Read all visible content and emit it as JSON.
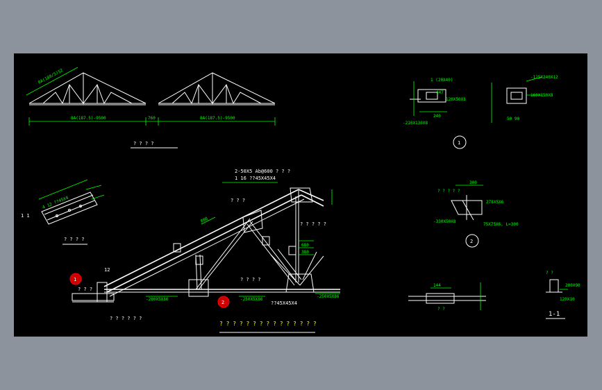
{
  "labels": {
    "top_left_dim1": "8A(108/5)S2",
    "top_span_left": "8A(187.5)-9500",
    "top_gap": "760",
    "top_span_right": "8A(187.5)-9500",
    "top_title": "? ? ? ?",
    "elev_top_note1": "2-50X5 Ab@600 ? ? ?",
    "elev_top_note2": "1 16   ??45X45X4",
    "elev_q1": "? ? ?",
    "elev_q2": "? ? ? ? ?",
    "elev_dim1": "880",
    "elev_dim2": "680",
    "elev_dim3": "380",
    "elev_plate_left": "-280X5X86",
    "elev_plate_mid": "-250X5X86",
    "elev_plate_right": "-250X5X86",
    "elev_bottom_note": "??45X45X4",
    "elev_left_dim": "12",
    "elev_left_q": "? ? ?",
    "elev_left_q2": "? ? ? ? ? ?",
    "bubble_left": "1",
    "bubble_mid": "2",
    "elev_title": "? ? ? ? ? ? ? ? ? ? ? ? ? ? ?",
    "detail_left_q": "? ? ? ?",
    "detail_left_note": "4 12  ??45X4",
    "det1_label_a": "1 (20X40)",
    "det1_label_b": "447",
    "det1_label_c": "120X50X8",
    "det1_label_d": "240",
    "det1_label_e": "-210X130X8",
    "det2_label_a": "-125X240X12",
    "det2_label_b": "160X150X8",
    "det2_label_c": "50  90",
    "det_circle_1": "1",
    "det3_label_a": "300",
    "det3_label_b": "? ? ? ? ?",
    "det3_label_c": "278X5X6",
    "det3_label_d": "-330X50X8",
    "det3_label_e": "75X75X6, L=300",
    "det_circle_2": "2",
    "det4_label_a": "144",
    "det4_label_b": "? ?",
    "det5_label_a": "? ?",
    "det5_label_b": "200X90",
    "det5_label_c": "120X10",
    "section_title": "1-1"
  },
  "colors": {
    "background": "#000000",
    "frame": "#8c939d",
    "line": "#ffffff",
    "dimension": "#00ff00",
    "text_yellow": "#ffff00",
    "marker": "#ff0000"
  }
}
